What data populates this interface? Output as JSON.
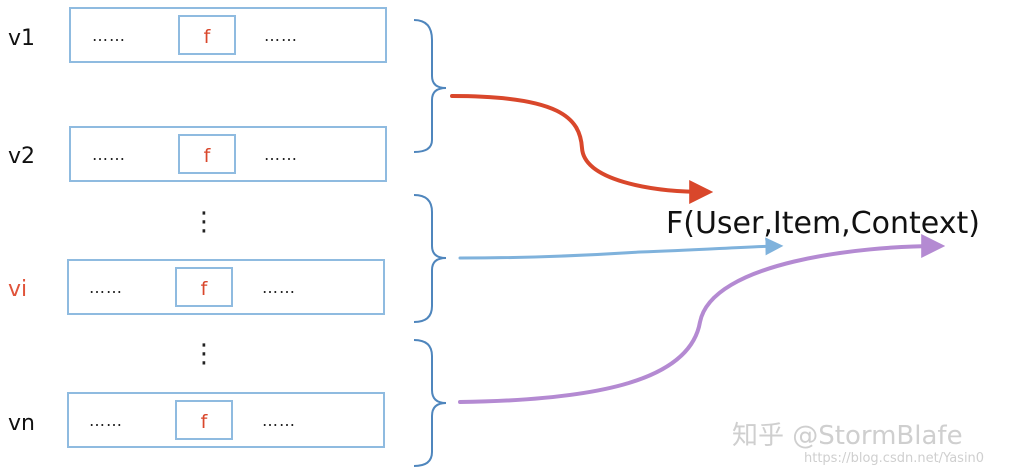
{
  "rows": [
    {
      "label": "v1",
      "left_dots": "……",
      "cell": "f",
      "right_dots": "……",
      "highlight": false
    },
    {
      "label": "v2",
      "left_dots": "……",
      "cell": "f",
      "right_dots": "……",
      "highlight": false
    },
    {
      "label": "vi",
      "left_dots": "……",
      "cell": "f",
      "right_dots": "……",
      "highlight": true
    },
    {
      "label": "vn",
      "left_dots": "……",
      "cell": "f",
      "right_dots": "……",
      "highlight": false
    }
  ],
  "vertical_ellipsis": [
    "⋮",
    "⋮"
  ],
  "result_label": "F(User,Item,Context)",
  "arrows": [
    {
      "name": "red",
      "color": "#d9472b"
    },
    {
      "name": "blue",
      "color": "#7fb2dc"
    },
    {
      "name": "purple",
      "color": "#b48ad2"
    }
  ],
  "brace_color": "#4f86bd",
  "box_color": "#8fbbe0",
  "watermark": {
    "text": "知乎 @StormBlafe",
    "url": "https://blog.csdn.net/Yasin0"
  }
}
